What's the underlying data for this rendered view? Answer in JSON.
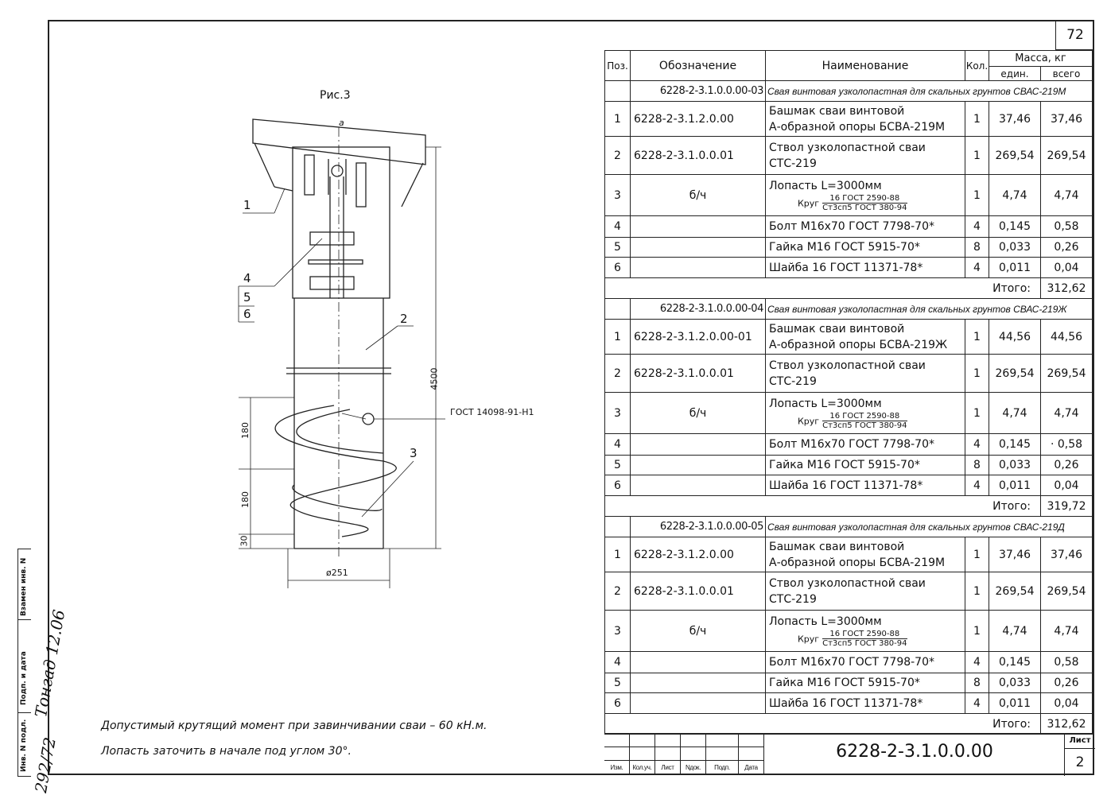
{
  "sheet_corner_number": "72",
  "figure_label": "Рис.3",
  "drawing": {
    "dim_a": "a",
    "dim_length": "4500",
    "dim_180_top": "180",
    "dim_180_bottom": "180",
    "dim_30": "30",
    "dim_diameter": "ø251",
    "gost_label": "ГОСТ 14098-91-Н1",
    "callouts": [
      "1",
      "2",
      "3",
      "4",
      "5",
      "6"
    ]
  },
  "notes": [
    "Допустимый крутящий момент при завинчивании сваи – 60 кН.м.",
    "Лопасть заточить в начале под углом 30°."
  ],
  "table": {
    "headers": {
      "pos": "Поз.",
      "designation": "Обозначение",
      "name": "Наименование",
      "qty": "Кол.",
      "mass": "Масса, кг",
      "unit": "един.",
      "total": "всего"
    },
    "groups": [
      {
        "designation": "6228-2-3.1.0.0.00-03",
        "name": "Свая винтовая узколопастная для скальных грунтов СВАС-219М",
        "rows": [
          {
            "pos": "1",
            "designation": "6228-2-3.1.2.0.00",
            "name": [
              "Башмак сваи винтовой",
              "А-образной опоры БСВА-219М"
            ],
            "qty": "1",
            "unit": "37,46",
            "total": "37,46"
          },
          {
            "pos": "2",
            "designation": "6228-2-3.1.0.0.01",
            "name": [
              "Ствол узколопастной сваи",
              "СТС-219"
            ],
            "qty": "1",
            "unit": "269,54",
            "total": "269,54"
          },
          {
            "pos": "3",
            "designation": "б/ч",
            "name": [
              "Лопасть L=3000мм"
            ],
            "sub_prefix": "Круг",
            "sub_num": "16 ГОСТ 2590-88",
            "sub_den": "Ст3сп5 ГОСТ 380-94",
            "qty": "1",
            "unit": "4,74",
            "total": "4,74"
          },
          {
            "pos": "4",
            "designation": "",
            "name": [
              "Болт М16х70  ГОСТ 7798-70*"
            ],
            "qty": "4",
            "unit": "0,145",
            "total": "0,58"
          },
          {
            "pos": "5",
            "designation": "",
            "name": [
              "Гайка М16  ГОСТ 5915-70*"
            ],
            "qty": "8",
            "unit": "0,033",
            "total": "0,26"
          },
          {
            "pos": "6",
            "designation": "",
            "name": [
              "Шайба 16  ГОСТ 11371-78*"
            ],
            "qty": "4",
            "unit": "0,011",
            "total": "0,04"
          }
        ],
        "total_label": "Итого:",
        "total": "312,62"
      },
      {
        "designation": "6228-2-3.1.0.0.00-04",
        "name": "Свая винтовая узколопастная для скальных грунтов СВАС-219Ж",
        "rows": [
          {
            "pos": "1",
            "designation": "6228-2-3.1.2.0.00-01",
            "name": [
              "Башмак сваи винтовой",
              "А-образной опоры БСВА-219Ж"
            ],
            "qty": "1",
            "unit": "44,56",
            "total": "44,56"
          },
          {
            "pos": "2",
            "designation": "6228-2-3.1.0.0.01",
            "name": [
              "Ствол узколопастной сваи",
              "СТС-219"
            ],
            "qty": "1",
            "unit": "269,54",
            "total": "269,54"
          },
          {
            "pos": "3",
            "designation": "б/ч",
            "name": [
              "Лопасть L=3000мм"
            ],
            "sub_prefix": "Круг",
            "sub_num": "16 ГОСТ 2590-88",
            "sub_den": "Ст3сп5 ГОСТ 380-94",
            "qty": "1",
            "unit": "4,74",
            "total": "4,74"
          },
          {
            "pos": "4",
            "designation": "",
            "name": [
              "Болт М16х70  ГОСТ 7798-70*"
            ],
            "qty": "4",
            "unit": "0,145",
            "total": "· 0,58"
          },
          {
            "pos": "5",
            "designation": "",
            "name": [
              "Гайка М16  ГОСТ 5915-70*"
            ],
            "qty": "8",
            "unit": "0,033",
            "total": "0,26"
          },
          {
            "pos": "6",
            "designation": "",
            "name": [
              "Шайба 16  ГОСТ 11371-78*"
            ],
            "qty": "4",
            "unit": "0,011",
            "total": "0,04"
          }
        ],
        "total_label": "Итого:",
        "total": "319,72"
      },
      {
        "designation": "6228-2-3.1.0.0.00-05",
        "name": "Свая винтовая узколопастная для скальных грунтов СВАС-219Д",
        "rows": [
          {
            "pos": "1",
            "designation": "6228-2-3.1.2.0.00",
            "name": [
              "Башмак сваи винтовой",
              "А-образной опоры БСВА-219М"
            ],
            "qty": "1",
            "unit": "37,46",
            "total": "37,46"
          },
          {
            "pos": "2",
            "designation": "6228-2-3.1.0.0.01",
            "name": [
              "Ствол узколопастной сваи",
              "СТС-219"
            ],
            "qty": "1",
            "unit": "269,54",
            "total": "269,54"
          },
          {
            "pos": "3",
            "designation": "б/ч",
            "name": [
              "Лопасть L=3000мм"
            ],
            "sub_prefix": "Круг",
            "sub_num": "16 ГОСТ 2590-88",
            "sub_den": "Ст3сп5 ГОСТ 380-94",
            "qty": "1",
            "unit": "4,74",
            "total": "4,74"
          },
          {
            "pos": "4",
            "designation": "",
            "name": [
              "Болт М16х70  ГОСТ 7798-70*"
            ],
            "qty": "4",
            "unit": "0,145",
            "total": "0,58"
          },
          {
            "pos": "5",
            "designation": "",
            "name": [
              "Гайка М16  ГОСТ 5915-70*"
            ],
            "qty": "8",
            "unit": "0,033",
            "total": "0,26"
          },
          {
            "pos": "6",
            "designation": "",
            "name": [
              "Шайба 16  ГОСТ 11371-78*"
            ],
            "qty": "4",
            "unit": "0,011",
            "total": "0,04"
          }
        ],
        "total_label": "Итого:",
        "total": "312,62"
      }
    ]
  },
  "title_block": {
    "columns": [
      "Изм.",
      "Кол.уч.",
      "Лист",
      "Nдок.",
      "Подп.",
      "Дата"
    ],
    "document_number": "6228-2-3.1.0.0.00",
    "sheet_label": "Лист",
    "sheet_number": "2"
  },
  "side_stamp": {
    "labels": [
      "Инв. N подл.",
      "Подп. и дата",
      "Взамен инв. N"
    ],
    "handwritten": [
      "292/72",
      "Тонгад 12.06"
    ]
  }
}
